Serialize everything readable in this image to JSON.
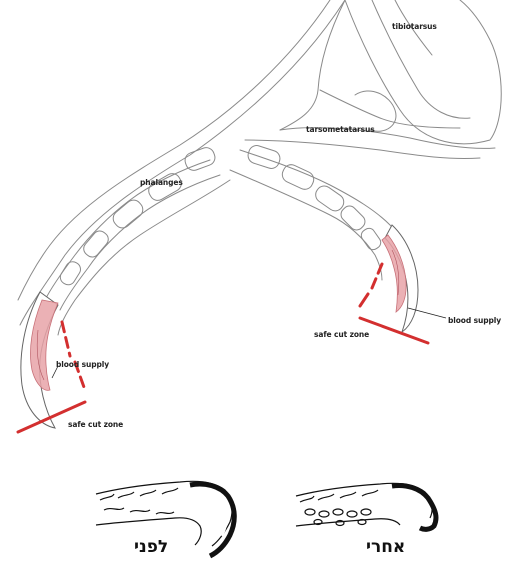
{
  "labels": {
    "tibiotarsus": "tibiotarsus",
    "tarsometatarsus": "tarsometatarsus",
    "phalanges": "phalanges",
    "blood_supply_left": "blood supply",
    "safe_cut_zone_left": "safe cut zone",
    "blood_supply_right": "blood supply",
    "safe_cut_zone_right": "safe cut zone"
  },
  "captions": {
    "before": "לפני",
    "after": "אחרי"
  },
  "colors": {
    "outline": "#8a8a8a",
    "cut_line": "#d32f2f",
    "blood_fill": "#e8a3a8",
    "ink": "#111111"
  }
}
